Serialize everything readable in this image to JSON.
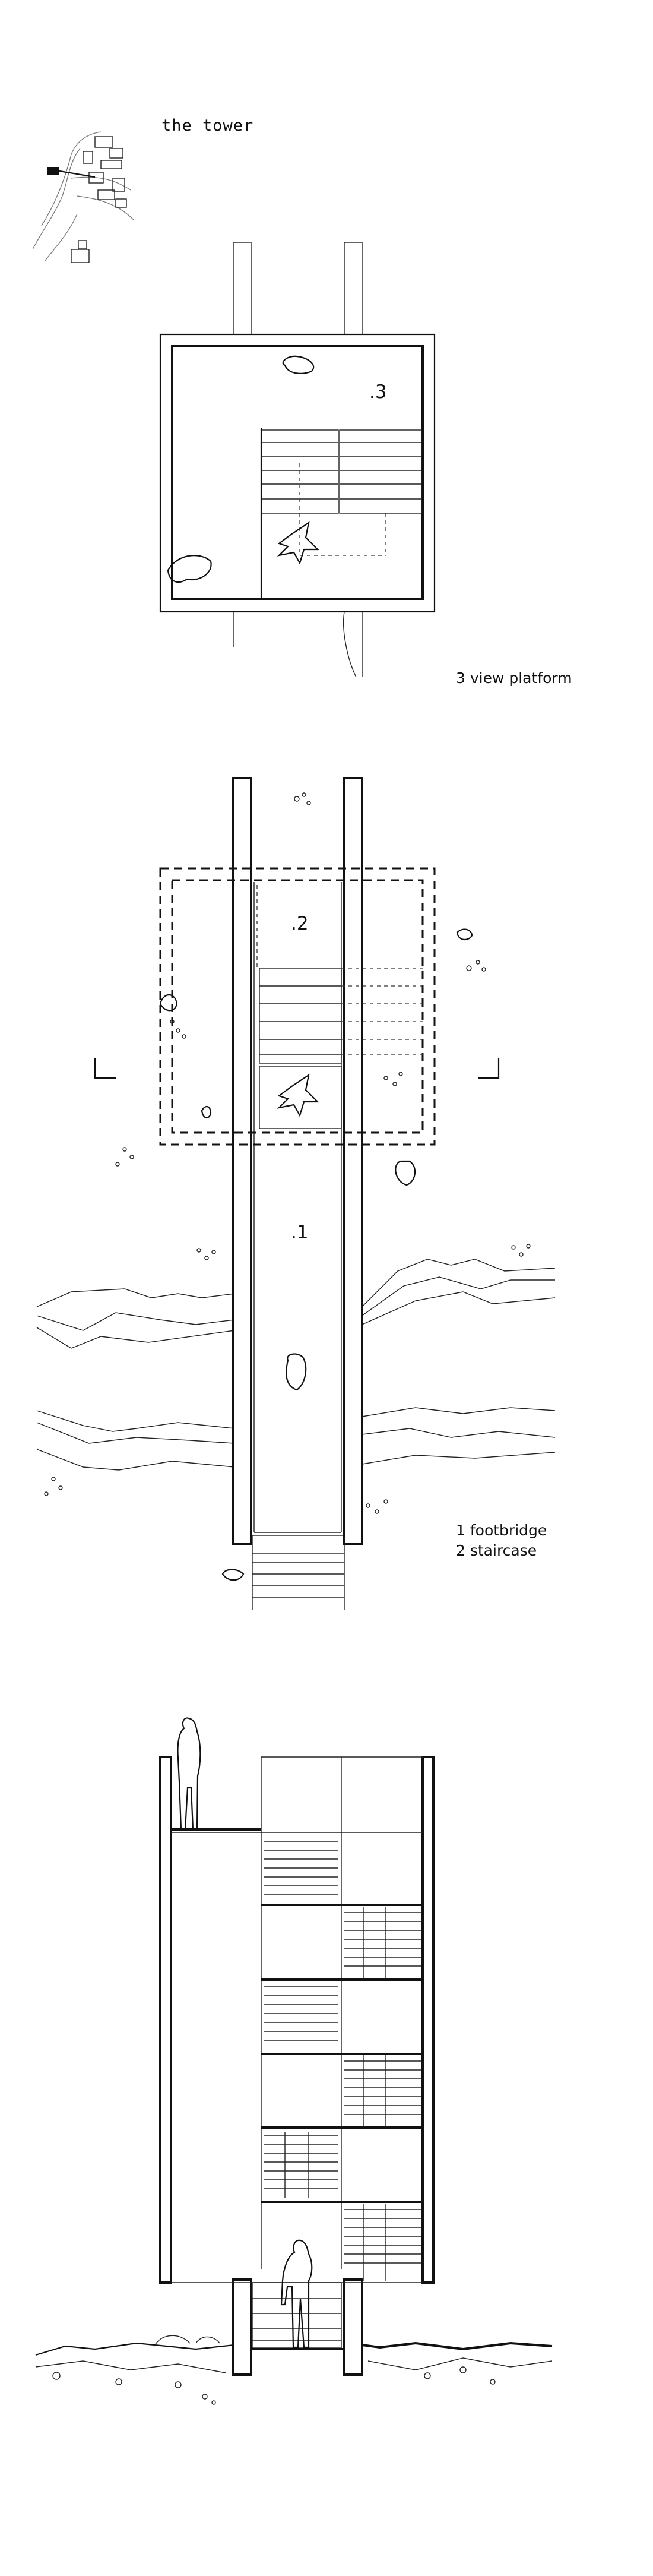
{
  "title": "the tower",
  "plan_top": {
    "room_label": ".3",
    "caption": "3 view platform"
  },
  "plan_mid": {
    "label_1": ".1",
    "label_2": ".2",
    "caption_1": "1 footbridge",
    "caption_2": "2 staircase"
  },
  "icons": [
    "site-map-icon",
    "person-icon",
    "boulder-icon",
    "tree-icon"
  ]
}
